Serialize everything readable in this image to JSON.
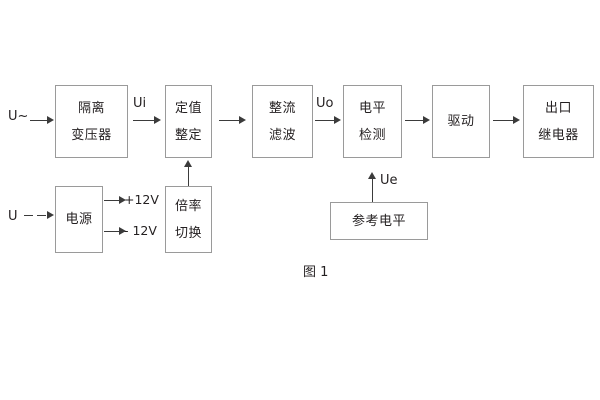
{
  "figure": {
    "caption": "图 1",
    "blocks": [
      {
        "id": "isolation-transformer",
        "lines": [
          "隔离",
          "变压器"
        ]
      },
      {
        "id": "setting-value",
        "lines": [
          "定值",
          "整定"
        ]
      },
      {
        "id": "rectify-filter",
        "lines": [
          "整流",
          "滤波"
        ]
      },
      {
        "id": "level-detection",
        "lines": [
          "电平",
          "检测"
        ]
      },
      {
        "id": "drive",
        "lines": [
          "驱动"
        ]
      },
      {
        "id": "output-relay",
        "lines": [
          "出口",
          "继电器"
        ]
      },
      {
        "id": "power-supply",
        "lines": [
          "电源"
        ]
      },
      {
        "id": "multiplier-switch",
        "lines": [
          "倍率",
          "切换"
        ]
      },
      {
        "id": "reference-level",
        "lines": [
          "参考电平"
        ]
      }
    ],
    "signals": {
      "input_ac": "U~",
      "input_dc": "U",
      "ui": "Ui",
      "uo": "Uo",
      "ue": "Ue",
      "supply_positive": "+12V",
      "supply_negative": "- 12V"
    }
  }
}
